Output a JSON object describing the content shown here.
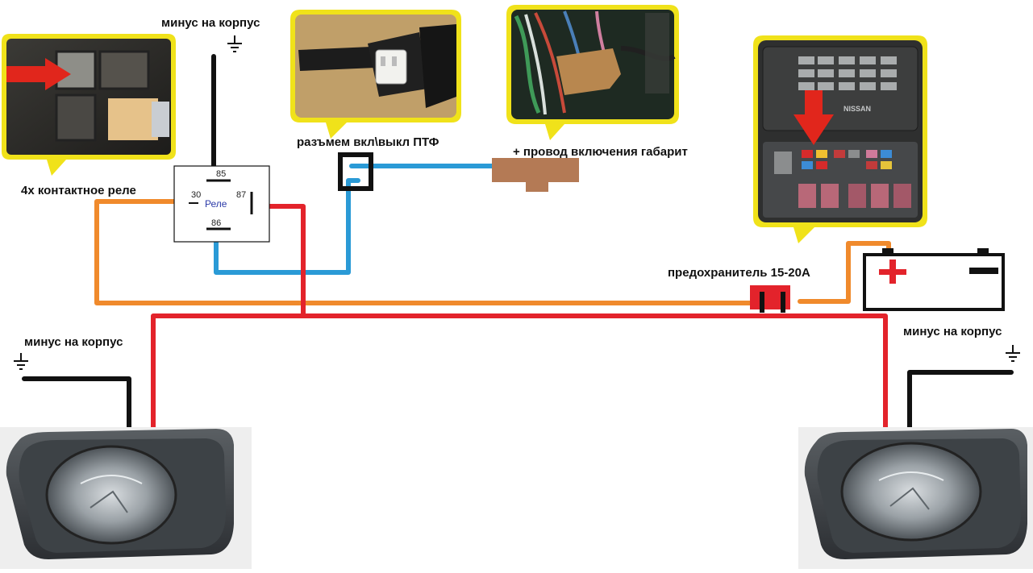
{
  "labels": {
    "ground_top": "минус на корпус",
    "ground_left": "минус на корпус",
    "ground_right": "минус на корпус",
    "relay_caption": "4х контактное реле",
    "switch_connector": "разъмем вкл\\выкл ПТФ",
    "parking_wire": "+ провод включения габарит",
    "fuse": "предохранитель 15-20А"
  },
  "relay": {
    "name": "Реле",
    "pins": {
      "p85": "85",
      "p30": "30",
      "p87": "87",
      "p86": "86"
    }
  },
  "fusebox_brand": "NISSAN",
  "battery": {
    "plus": "+",
    "minus": "−"
  },
  "colors": {
    "wire_red": "#e3232b",
    "wire_orange": "#f08a2c",
    "wire_blue": "#2a9ad6",
    "wire_black": "#111111",
    "callout_border": "#f0e21a",
    "connector_brown": "#b47a55",
    "arrow_red": "#e1261c"
  },
  "icons": [
    "ground-symbol-icon",
    "red-arrow-icon",
    "plus-icon",
    "minus-icon"
  ]
}
